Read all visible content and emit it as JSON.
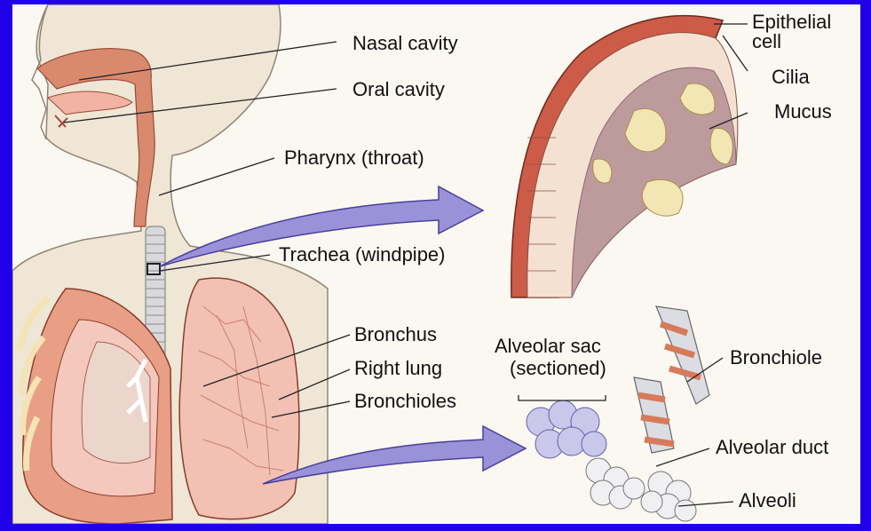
{
  "diagram": {
    "labels": {
      "nasal_cavity": "Nasal cavity",
      "oral_cavity": "Oral cavity",
      "pharynx": "Pharynx (throat)",
      "trachea": "Trachea (windpipe)",
      "bronchus": "Bronchus",
      "right_lung": "Right lung",
      "bronchioles": "Bronchioles",
      "epithelial_cell_line1": "Epithelial",
      "epithelial_cell_line2": "cell",
      "cilia": "Cilia",
      "mucus": "Mucus",
      "alveolar_sac_line1": "Alveolar sac",
      "alveolar_sac_line2": "(sectioned)",
      "bronchiole": "Bronchiole",
      "alveolar_duct": "Alveolar duct",
      "alveoli": "Alveoli"
    },
    "colors": {
      "frame": "#1f00e8",
      "background": "#fbf8f2",
      "skin": "#efe6d6",
      "tissue": "#d9866f",
      "lung_pink": "#f0b8ad",
      "arrow": "#9a92d8",
      "mucus": "#f2e6b4"
    }
  }
}
